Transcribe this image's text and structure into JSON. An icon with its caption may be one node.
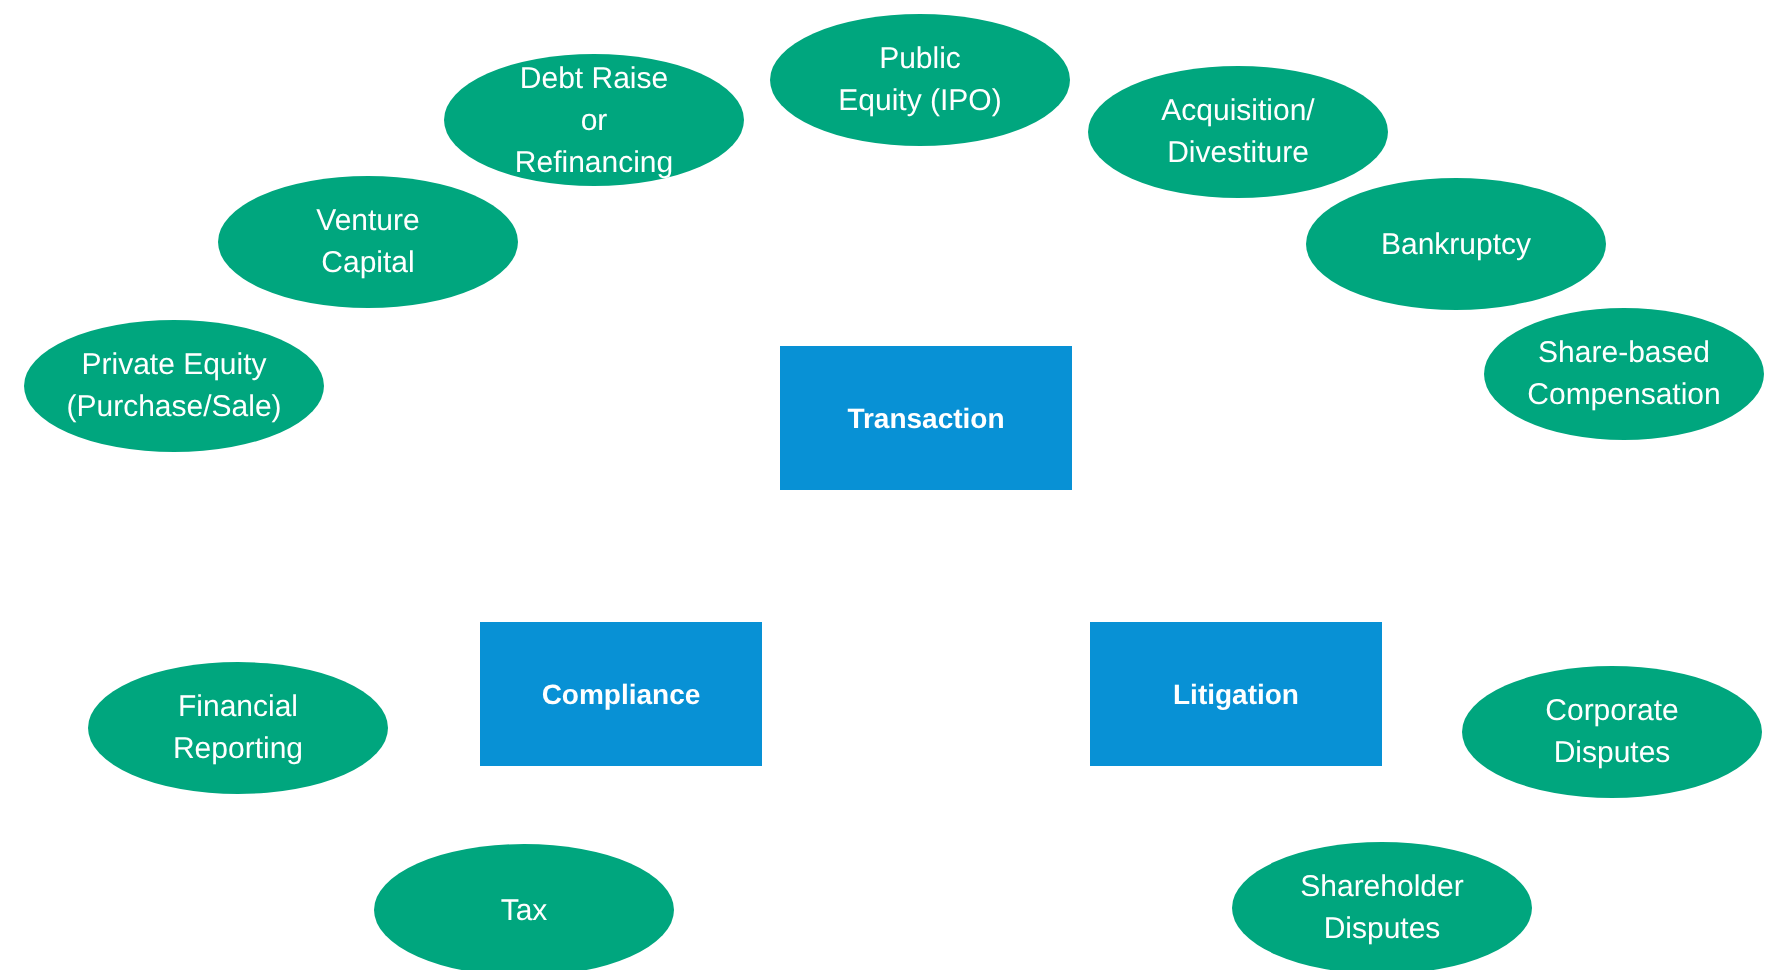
{
  "diagram": {
    "nodes": [
      {
        "text": [
          "Public Equity (IPO)"
        ]
      },
      {
        "text": [
          "Debt Raise or Refinancing"
        ]
      },
      {
        "text": [
          "Acquisition/ Divestiture"
        ]
      },
      {
        "text": [
          "Venture Capital"
        ]
      },
      {
        "text": [
          "Bankruptcy"
        ]
      },
      {
        "text": [
          "Private Equity (Purchase/Sale)"
        ]
      },
      {
        "text": [
          "Share-based Compensation"
        ]
      },
      {
        "text": [
          "Transaction"
        ]
      },
      {
        "text": [
          "Compliance"
        ]
      },
      {
        "text": [
          "Litigation"
        ]
      },
      {
        "text": [
          "Financial Reporting"
        ]
      },
      {
        "text": [
          "Corporate Disputes"
        ]
      },
      {
        "text": [
          "Tax"
        ]
      },
      {
        "text": [
          "Shareholder Disputes"
        ]
      }
    ]
  }
}
